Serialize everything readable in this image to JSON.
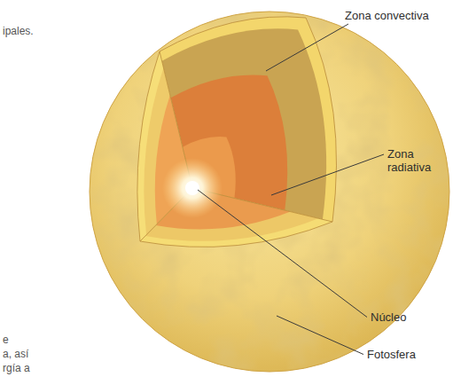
{
  "diagram": {
    "labels": [
      "ipales.",
      "Zona convectiva",
      "Zona radiativa",
      "Núcleo",
      "Fotosfera",
      "e",
      "a, así",
      "rgía a"
    ]
  }
}
